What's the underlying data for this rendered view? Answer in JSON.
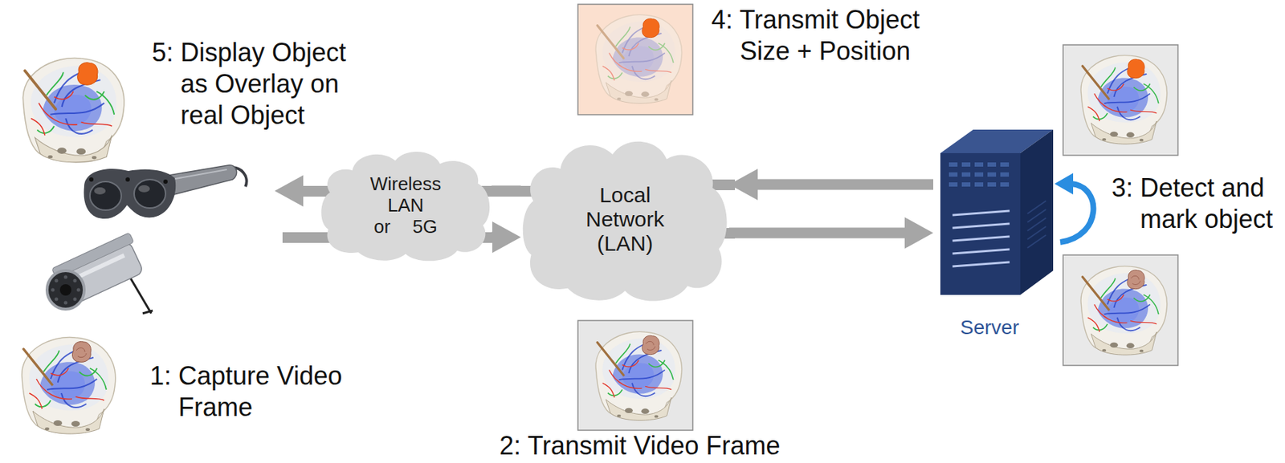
{
  "diagram": {
    "nodes": [
      {
        "text": [
          "Wireless LAN or 5G"
        ]
      },
      {
        "text": [
          "Local Network (LAN)"
        ]
      },
      {
        "text": [
          "Server"
        ]
      }
    ],
    "edges": [
      {
        "from": 1,
        "to": 0,
        "arrow": "none"
      },
      {
        "from": 0,
        "to": 1,
        "arrow": "to"
      },
      {
        "from": 2,
        "to": 1,
        "arrow": "to"
      },
      {
        "from": 1,
        "to": 2,
        "arrow": "to"
      }
    ],
    "labels": [
      "5: Display Object as Overlay on real Object",
      "4: Transmit Object Size + Position",
      "3: Detect and mark object",
      "1: Capture Video Frame",
      "2: Transmit Video Frame"
    ]
  }
}
